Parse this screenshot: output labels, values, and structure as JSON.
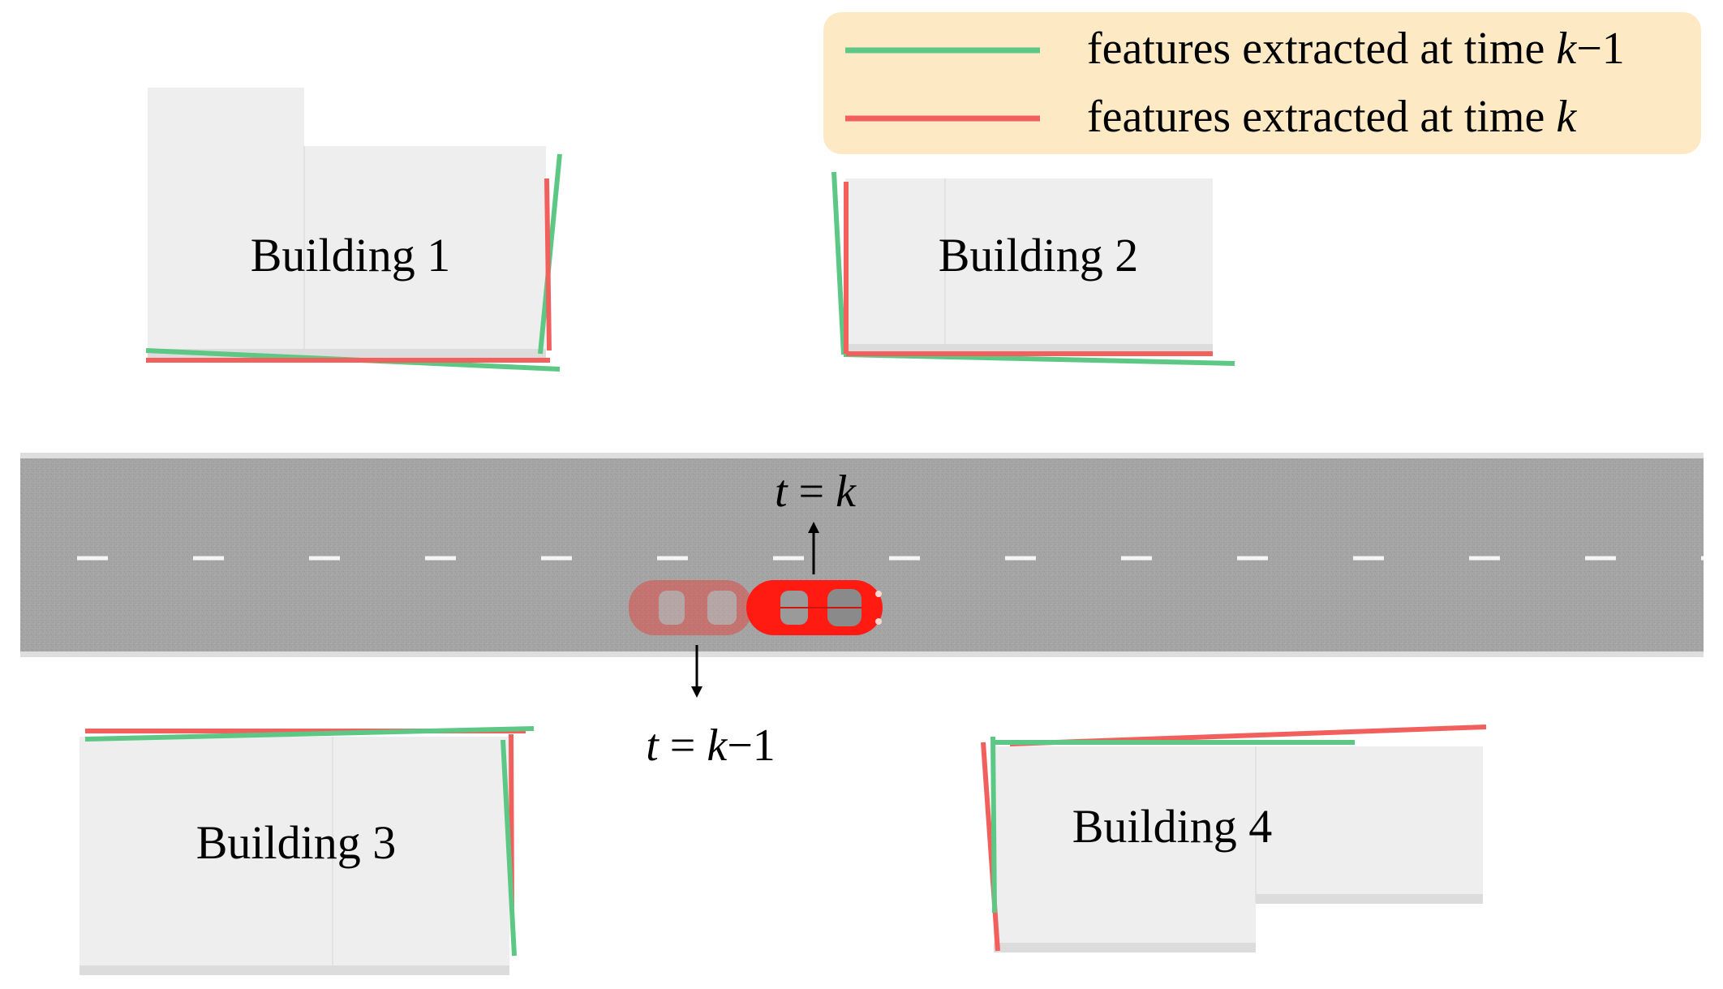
{
  "legend": {
    "items": [
      {
        "label": "features extracted at time ",
        "var": "k",
        "suffix": "−1",
        "color": "#5dc885"
      },
      {
        "label": "features extracted at time ",
        "var": "k",
        "suffix": "",
        "color": "#f2605e"
      }
    ],
    "background": "#fdeac5"
  },
  "buildings": [
    {
      "label": "Building 1"
    },
    {
      "label": "Building 2"
    },
    {
      "label": "Building 3"
    },
    {
      "label": "Building 4"
    }
  ],
  "car": {
    "color": "#ff1a12",
    "label_now": {
      "t": "t",
      "eq": " = ",
      "k": "k",
      "suffix": ""
    },
    "label_prev": {
      "t": "t",
      "eq": " = ",
      "k": "k",
      "suffix": "−1"
    }
  },
  "colors": {
    "feature_prev": "#5dc885",
    "feature_now": "#f2605e",
    "road": "#a6a6a6",
    "building": "#eeeeee"
  }
}
